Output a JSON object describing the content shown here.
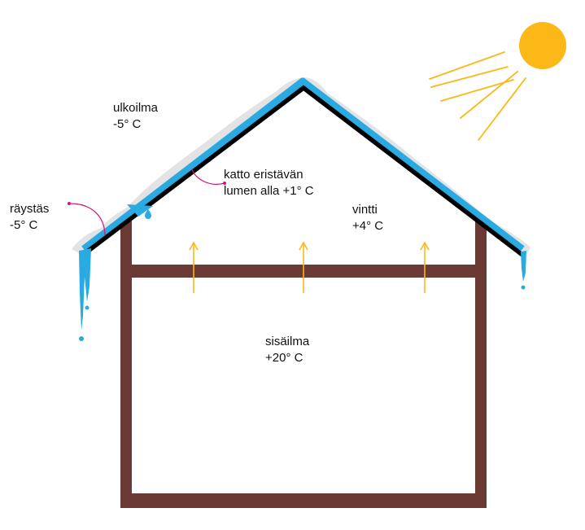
{
  "labels": {
    "outdoor": {
      "line1": "ulkoilma",
      "line2": "-5° C"
    },
    "eaves": {
      "line1": "räystäs",
      "line2": "-5° C"
    },
    "roof_under_snow": {
      "line1": "katto eristävän",
      "line2": "lumen alla +1° C"
    },
    "attic": {
      "line1": "vintti",
      "line2": "+4° C"
    },
    "indoor": {
      "line1": "sisäilma",
      "line2": "+20° C"
    }
  },
  "colors": {
    "snow": "#e3e3e5",
    "roof": "#000000",
    "meltwater": "#29abe2",
    "walls": "#6b3a34",
    "heat_arrows": "#fbb817",
    "sun": "#fbb817",
    "pointer": "#d4147c"
  },
  "icons": [
    "sun-icon",
    "icicle-icon",
    "heat-arrow-icon"
  ]
}
